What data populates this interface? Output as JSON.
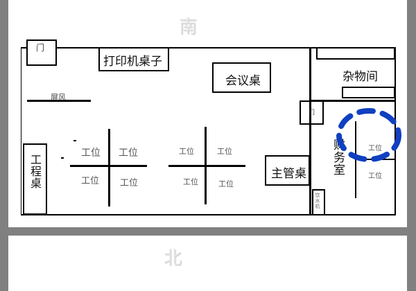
{
  "compass": {
    "south": "南",
    "north": "北"
  },
  "rooms": {
    "storage": "杂物间",
    "finance": "财务室"
  },
  "furniture": {
    "door_top_left": "门",
    "door_middle": "门",
    "printer_desk": "打印机桌子",
    "meeting_table": "会议桌",
    "screen": "屏风",
    "engineering_desk": "工程桌",
    "supervisor_desk": "主管桌",
    "small_cabinet": "饮水机"
  },
  "workstations": {
    "left_cluster": [
      "工位",
      "工位",
      "工位",
      "工位"
    ],
    "center_cluster": [
      "工位",
      "工位",
      "工位",
      "工位"
    ],
    "finance_cluster": [
      "工位",
      "工位"
    ]
  },
  "annotation": {
    "highlight": "circled-workstation",
    "color": "#1040c0"
  },
  "colors": {
    "frame": "#808080",
    "page": "#ffffff",
    "lines": "#000000"
  }
}
